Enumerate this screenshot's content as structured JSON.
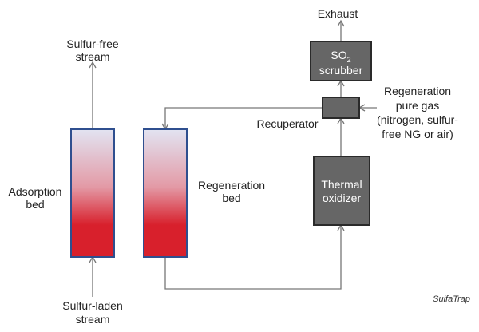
{
  "labels": {
    "exhaust": "Exhaust",
    "sulfur_free_1": "Sulfur-free",
    "sulfur_free_2": "stream",
    "adsorption_1": "Adsorption",
    "adsorption_2": "bed",
    "regeneration_bed_1": "Regeneration",
    "regeneration_bed_2": "bed",
    "recuperator": "Recuperator",
    "regen_gas_1": "Regeneration",
    "regen_gas_2": "pure gas",
    "regen_gas_3": "(nitrogen, sulfur-",
    "regen_gas_4": "free NG or air)",
    "sulfur_laden_1": "Sulfur-laden",
    "sulfur_laden_2": "stream",
    "credit": "SulfaTrap"
  },
  "boxes": {
    "scrubber_so": "SO",
    "scrubber_sub": "2",
    "scrubber_2": "scrubber",
    "oxidizer_1": "Thermal",
    "oxidizer_2": "oxidizer"
  },
  "colors": {
    "bed_top": "#e2e4f2",
    "bed_bottom": "#d8202c",
    "bed_border": "#2f4f8f",
    "unit_fill": "#666666",
    "unit_border": "#2a2a2a",
    "line": "#777777"
  }
}
